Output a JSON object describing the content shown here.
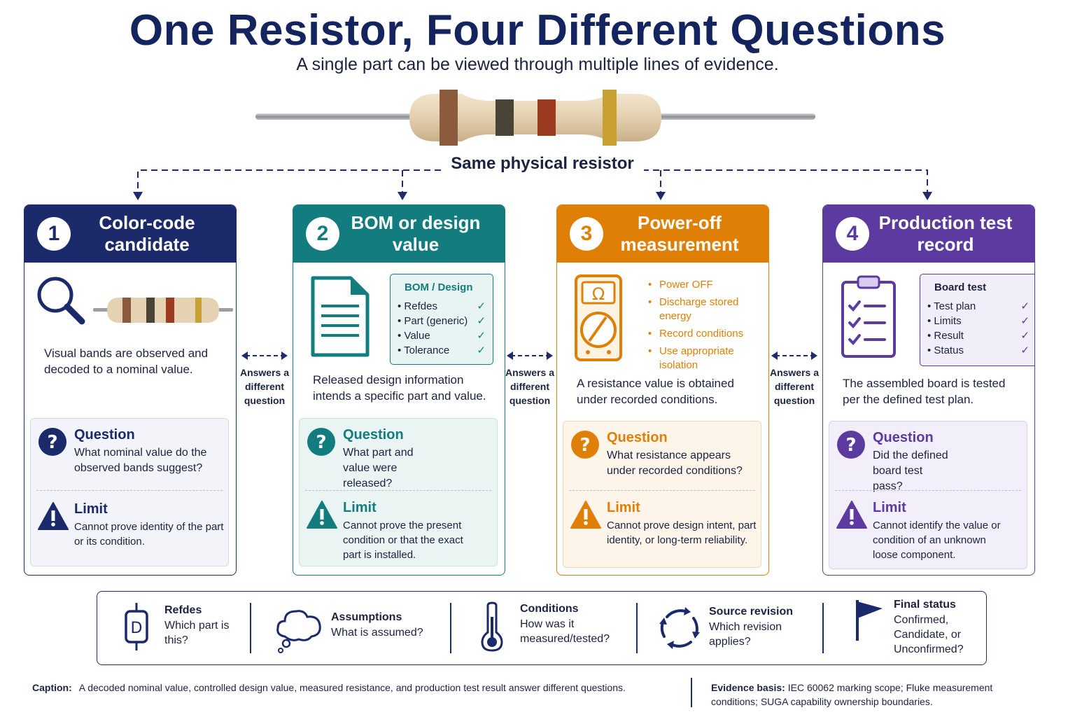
{
  "title": "One Resistor, Four Different Questions",
  "subtitle": "A single part can be viewed through multiple lines of evidence.",
  "hero_label": "Same physical resistor",
  "colors": {
    "navy": "#1b2a6b",
    "teal": "#137c7e",
    "orange": "#e07f05",
    "purple": "#5c3aa0",
    "band_brown": "#8c5a3c",
    "band_black": "#4a4338",
    "band_red": "#9c3a22",
    "band_gold": "#c9a033",
    "resistor_body": "#e5d2b3"
  },
  "answers_label": "Answers a different question",
  "cards": [
    {
      "number": "1",
      "title": "Color-code candidate",
      "icon": "magnifier-icon",
      "description": "Visual bands are observed and decoded to a nominal value.",
      "question_title": "Question",
      "question_text": "What nominal value do the observed bands suggest?",
      "limit_title": "Limit",
      "limit_text": "Cannot prove identity of the part or its condition."
    },
    {
      "number": "2",
      "title": "BOM or design value",
      "icon": "document-icon",
      "inset_title": "BOM / Design",
      "inset_items": [
        "Refdes",
        "Part (generic)",
        "Value",
        "Tolerance"
      ],
      "description": "Released design information intends a specific part and value.",
      "question_title": "Question",
      "question_text": "What part and value were released?",
      "limit_title": "Limit",
      "limit_text": "Cannot prove the present condition or that the exact part is installed."
    },
    {
      "number": "3",
      "title": "Power-off measurement",
      "icon": "multimeter-icon",
      "meter_symbol": "Ω",
      "bullets": [
        "Power OFF",
        "Discharge stored energy",
        "Record conditions",
        "Use appropriate isolation"
      ],
      "description": "A resistance value is obtained under recorded conditions.",
      "question_title": "Question",
      "question_text": "What resistance appears under recorded conditions?",
      "limit_title": "Limit",
      "limit_text": "Cannot prove design intent, part identity, or long-term reliability."
    },
    {
      "number": "4",
      "title": "Production test record",
      "icon": "clipboard-checklist-icon",
      "inset_title": "Board test",
      "inset_items": [
        "Test plan",
        "Limits",
        "Result",
        "Status"
      ],
      "description": "The assembled board is tested per the defined test plan.",
      "question_title": "Question",
      "question_text": "Did the defined board test pass?",
      "limit_title": "Limit",
      "limit_text": "Cannot identify the value or condition of an unknown loose component."
    }
  ],
  "legend": [
    {
      "icon": "refdes-tag-icon",
      "glyph": "D",
      "title": "Refdes",
      "text": "Which part is this?"
    },
    {
      "icon": "thought-cloud-icon",
      "title": "Assumptions",
      "text": "What is assumed?"
    },
    {
      "icon": "thermometer-icon",
      "title": "Conditions",
      "text": "How was it measured/tested?"
    },
    {
      "icon": "revision-cycle-icon",
      "title": "Source revision",
      "text": "Which revision applies?"
    },
    {
      "icon": "flag-icon",
      "title": "Final status",
      "text": "Confirmed, Candidate, or Unconfirmed?"
    }
  ],
  "caption_label": "Caption:",
  "caption_text": "A decoded nominal value, controlled design value, measured resistance, and production test result answer different questions.",
  "evidence_label": "Evidence basis:",
  "evidence_text": "IEC 60062 marking scope; Fluke measurement conditions; SUGA capability ownership boundaries."
}
